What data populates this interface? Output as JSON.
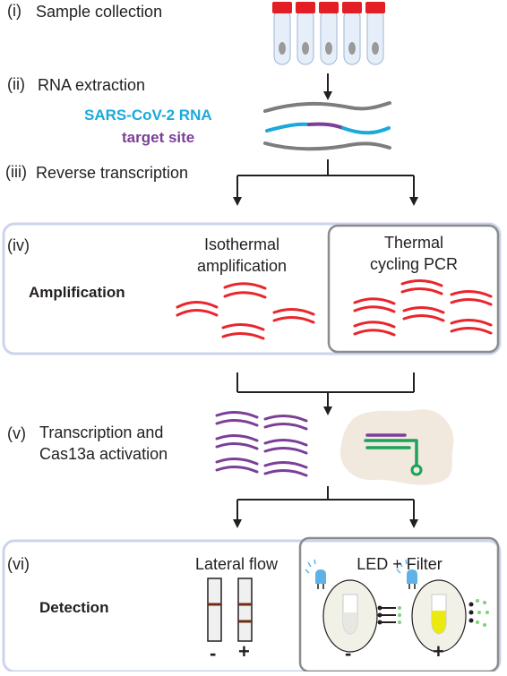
{
  "steps": {
    "s1": {
      "num": "(i)",
      "label": "Sample collection"
    },
    "s2": {
      "num": "(ii)",
      "label": "RNA extraction"
    },
    "s3": {
      "num": "(iii)",
      "label": "Reverse transcription"
    },
    "s4": {
      "num": "(iv)",
      "label": "Amplification"
    },
    "s5": {
      "num": "(v)",
      "label_line1": "Transcription and",
      "label_line2": "Cas13a activation"
    },
    "s6": {
      "num": "(vi)",
      "label": "Detection"
    }
  },
  "rna": {
    "line1": "SARS-CoV-2 RNA",
    "line2": "target site"
  },
  "amplification": {
    "isothermal_line1": "Isothermal",
    "isothermal_line2": "amplification",
    "pcr_line1": "Thermal",
    "pcr_line2": "cycling PCR"
  },
  "detection": {
    "lateral_flow": "Lateral flow",
    "led_filter": "LED + Filter",
    "neg": "-",
    "pos": "+"
  },
  "colors": {
    "cyan": "#1ba9dc",
    "purple": "#7b3f98",
    "red": "#e8262c",
    "green": "#1aa35c",
    "panel_border": "#ccd4ec",
    "inner_border": "#8c8c8c",
    "blob": "#f1e9de",
    "tube_red": "#e31e24",
    "yellow": "#eaea10"
  },
  "icons": [
    "sample-tube-icon",
    "led-icon",
    "detector-icon",
    "test-strip-icon"
  ]
}
